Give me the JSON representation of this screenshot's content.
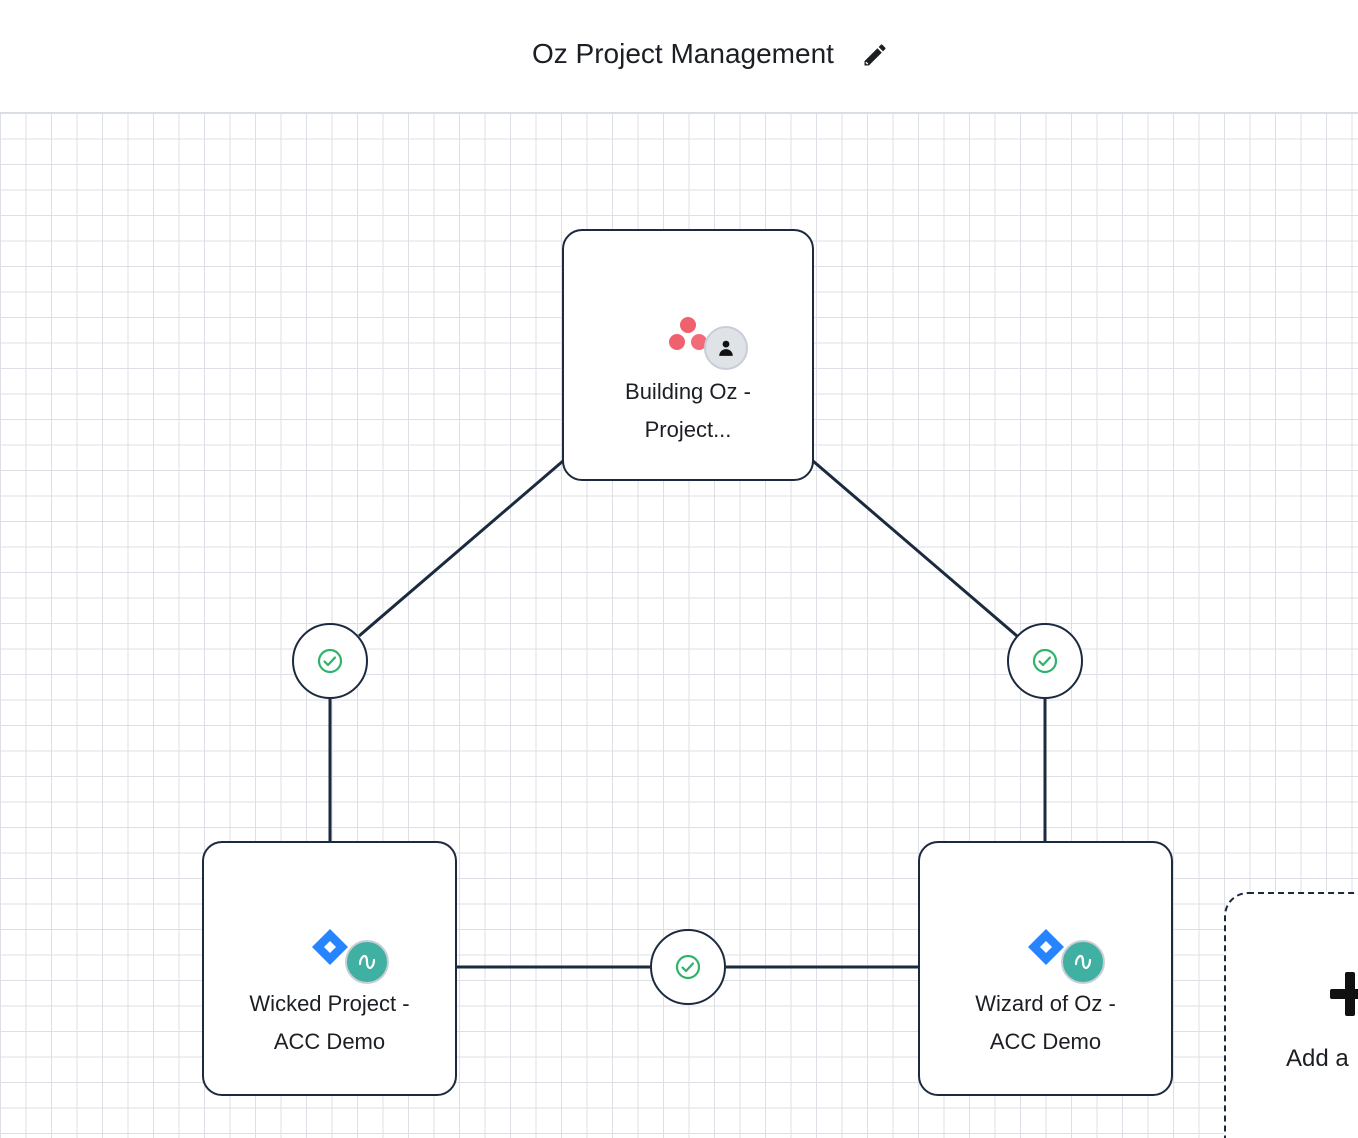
{
  "header": {
    "title": "Oz Project Management",
    "edit_icon": "pencil-icon"
  },
  "nodes": [
    {
      "id": "building-oz",
      "label_line1": "Building Oz -",
      "label_line2": "Project...",
      "app_icon": "asana-icon",
      "badge_icon": "user-icon"
    },
    {
      "id": "wicked-project",
      "label_line1": "Wicked Project -",
      "label_line2": "ACC Demo",
      "app_icon": "jira-icon",
      "badge_icon": "sync-icon"
    },
    {
      "id": "wizard-of-oz",
      "label_line1": "Wizard of Oz -",
      "label_line2": "ACC Demo",
      "app_icon": "jira-icon",
      "badge_icon": "sync-icon"
    }
  ],
  "connections": [
    {
      "from": "building-oz",
      "to": "wicked-project",
      "status": "synced",
      "status_icon": "check-circle-icon"
    },
    {
      "from": "building-oz",
      "to": "wizard-of-oz",
      "status": "synced",
      "status_icon": "check-circle-icon"
    },
    {
      "from": "wicked-project",
      "to": "wizard-of-oz",
      "status": "synced",
      "status_icon": "check-circle-icon"
    }
  ],
  "add_node": {
    "label": "Add a",
    "icon": "plus-icon"
  },
  "colors": {
    "edge": "#1b2a3f",
    "check": "#2fb36b",
    "asana": "#f0606d",
    "jira": "#2684ff",
    "sync_badge": "#3fb0a2",
    "grid": "#dcdfe5"
  }
}
